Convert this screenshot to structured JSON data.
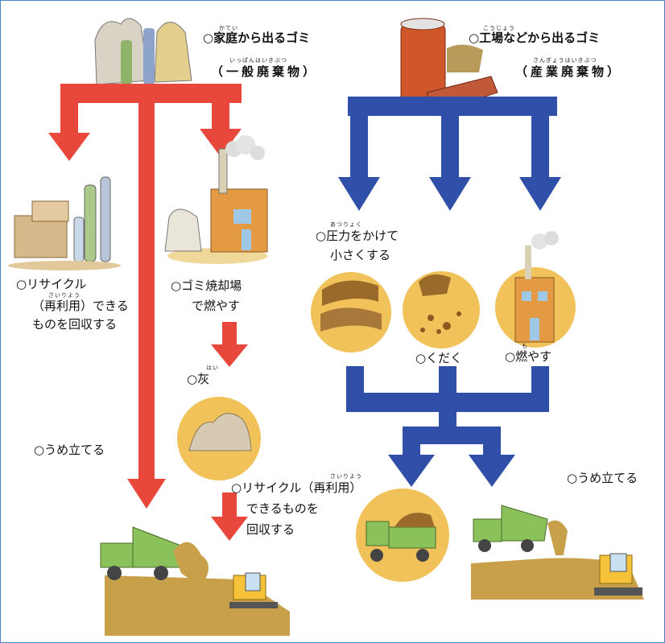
{
  "household": {
    "title": "○家庭から出るゴミ",
    "title_ruby": "かてい",
    "subtitle": "（一般廃棄物）",
    "subtitle_ruby": "いっぱんはいきぶつ",
    "recycle_1": "○リサイクル",
    "recycle_2": "（再利用）できる",
    "recycle_ruby": "さいりよう",
    "recycle_3": "ものを回収する",
    "incinerate_1": "○ゴミ焼却場",
    "incinerate_2": "で燃やす",
    "ash": "○灰",
    "ash_ruby": "はい",
    "landfill": "○うめ立てる",
    "ash_recycle_1": "○リサイクル（再利用）",
    "ash_recycle_ruby": "さいりよう",
    "ash_recycle_2": "できるものを",
    "ash_recycle_3": "回収する"
  },
  "industrial": {
    "title": "○工場などから出るゴミ",
    "title_ruby": "こうじょう",
    "subtitle": "（産業廃棄物）",
    "subtitle_ruby": "さんぎょうはいきぶつ",
    "compress_1": "○圧力をかけて",
    "compress_ruby": "あつりょく",
    "compress_2": "小さくする",
    "crush": "○くだく",
    "burn": "○燃やす",
    "burn_ruby": "も",
    "landfill": "○うめ立てる"
  },
  "colors": {
    "red_arrow": "#e8483c",
    "blue_arrow": "#2f4fa8",
    "disc": "#f2c25a",
    "frame": "#4a7fc0"
  }
}
